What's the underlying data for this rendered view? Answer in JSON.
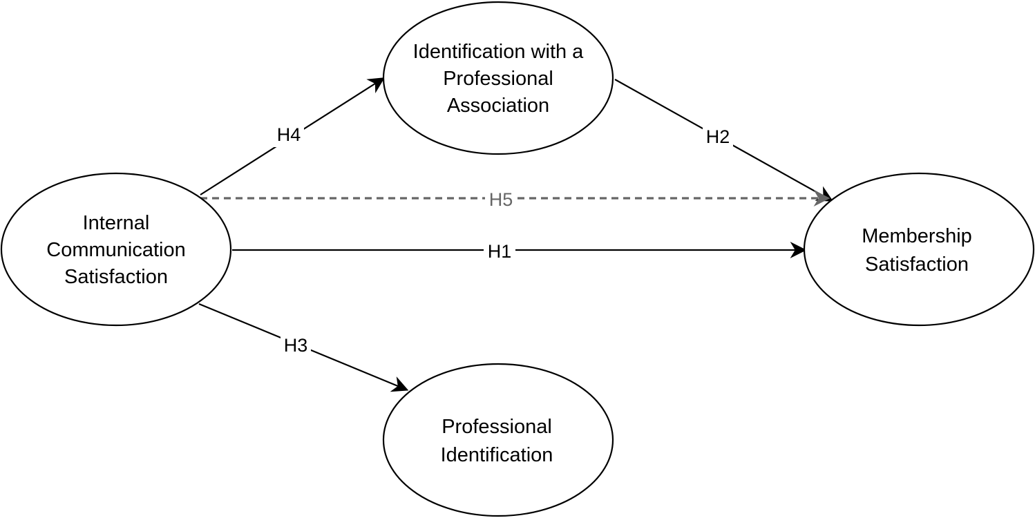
{
  "diagram": {
    "nodes": {
      "ics": {
        "lines": [
          "Internal",
          "Communication",
          "Satisfaction"
        ]
      },
      "ipa": {
        "lines": [
          "Identification with a",
          "Professional",
          "Association"
        ]
      },
      "ms": {
        "lines": [
          "Membership",
          "Satisfaction"
        ]
      },
      "pi": {
        "lines": [
          "Professional",
          "Identification"
        ]
      }
    },
    "edges": {
      "h1": {
        "label": "H1",
        "from": "ics",
        "to": "ms",
        "style": "solid"
      },
      "h2": {
        "label": "H2",
        "from": "ipa",
        "to": "ms",
        "style": "solid"
      },
      "h3": {
        "label": "H3",
        "from": "ics",
        "to": "pi",
        "style": "solid"
      },
      "h4": {
        "label": "H4",
        "from": "ics",
        "to": "ipa",
        "style": "solid"
      },
      "h5": {
        "label": "H5",
        "from": "ics",
        "to": "ms",
        "style": "dashed"
      }
    },
    "colors": {
      "solid": "#000000",
      "dashed": "#666666"
    }
  }
}
